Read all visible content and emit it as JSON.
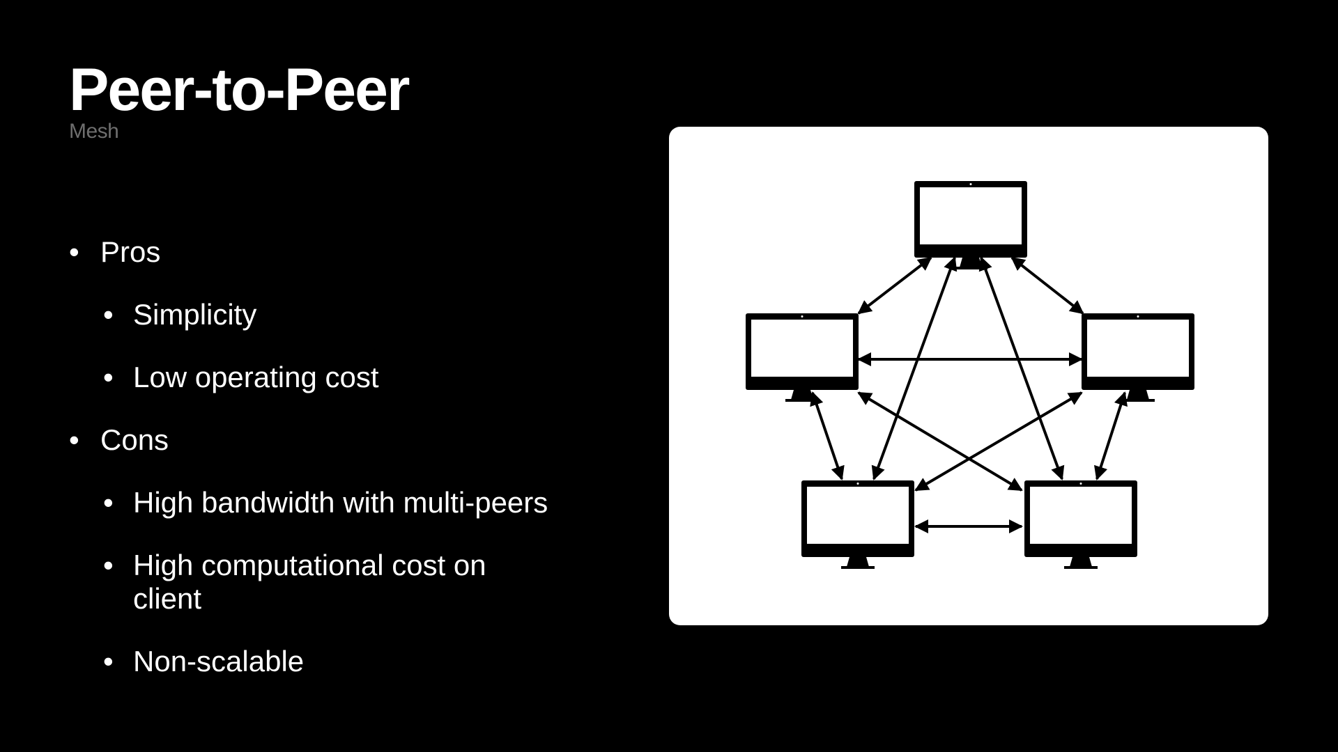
{
  "slide": {
    "title": "Peer-to-Peer",
    "subtitle": "Mesh"
  },
  "bullets": [
    {
      "level": 1,
      "text": "Pros"
    },
    {
      "level": 2,
      "text": "Simplicity"
    },
    {
      "level": 2,
      "text": "Low operating cost"
    },
    {
      "level": 1,
      "text": "Cons"
    },
    {
      "level": 2,
      "text": "High bandwidth with multi-peers"
    },
    {
      "level": 2,
      "text": "High computational cost on client"
    },
    {
      "level": 2,
      "text": "Non-scalable"
    }
  ],
  "diagram": {
    "nodes": [
      {
        "id": "top",
        "icon": "monitor-icon"
      },
      {
        "id": "left",
        "icon": "monitor-icon"
      },
      {
        "id": "right",
        "icon": "monitor-icon"
      },
      {
        "id": "bottom-left",
        "icon": "monitor-icon"
      },
      {
        "id": "bottom-right",
        "icon": "monitor-icon"
      }
    ],
    "links": [
      {
        "from": "top",
        "to": "left",
        "direction": "bidirectional"
      },
      {
        "from": "top",
        "to": "right",
        "direction": "bidirectional"
      },
      {
        "from": "top",
        "to": "bottom-left",
        "direction": "bidirectional"
      },
      {
        "from": "top",
        "to": "bottom-right",
        "direction": "bidirectional"
      },
      {
        "from": "left",
        "to": "right",
        "direction": "bidirectional"
      },
      {
        "from": "left",
        "to": "bottom-left",
        "direction": "bidirectional"
      },
      {
        "from": "left",
        "to": "bottom-right",
        "direction": "bidirectional"
      },
      {
        "from": "right",
        "to": "bottom-left",
        "direction": "bidirectional"
      },
      {
        "from": "right",
        "to": "bottom-right",
        "direction": "bidirectional"
      },
      {
        "from": "bottom-left",
        "to": "bottom-right",
        "direction": "bidirectional"
      }
    ]
  },
  "colors": {
    "background": "#000000",
    "text": "#ffffff",
    "subtitle": "#6e6e6e",
    "panel": "#ffffff",
    "ink": "#000000"
  }
}
